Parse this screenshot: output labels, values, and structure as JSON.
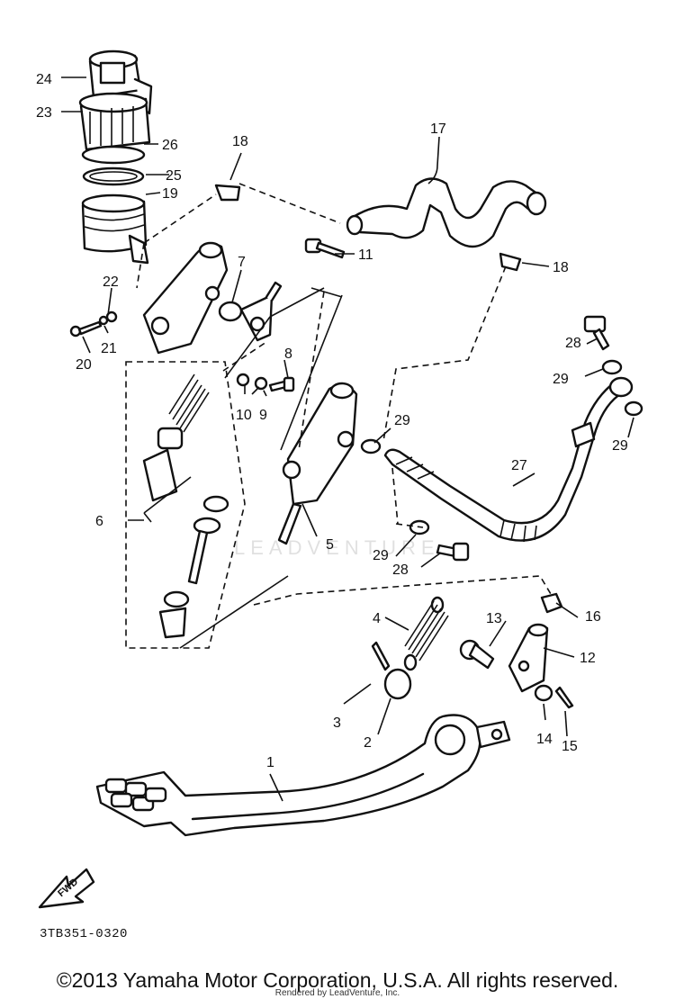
{
  "callouts": {
    "c1": "1",
    "c2": "2",
    "c3": "3",
    "c4": "4",
    "c5": "5",
    "c6": "6",
    "c7": "7",
    "c8": "8",
    "c9": "9",
    "c10": "10",
    "c11": "11",
    "c12": "12",
    "c13": "13",
    "c14": "14",
    "c15": "15",
    "c16": "16",
    "c17": "17",
    "c18a": "18",
    "c18b": "18",
    "c19": "19",
    "c20": "20",
    "c21": "21",
    "c22": "22",
    "c23": "23",
    "c24": "24",
    "c25": "25",
    "c26": "26",
    "c27": "27",
    "c28a": "28",
    "c28b": "28",
    "c29a": "29",
    "c29b": "29",
    "c29c": "29",
    "c29d": "29"
  },
  "fwd_label": "FWD",
  "diagram_code": "3TB351-0320",
  "copyright": "©2013 Yamaha Motor Corporation, U.S.A. All rights reserved.",
  "rendered_by": "Rendered by LeadVenture, Inc.",
  "watermark": "LEADVENTURE"
}
